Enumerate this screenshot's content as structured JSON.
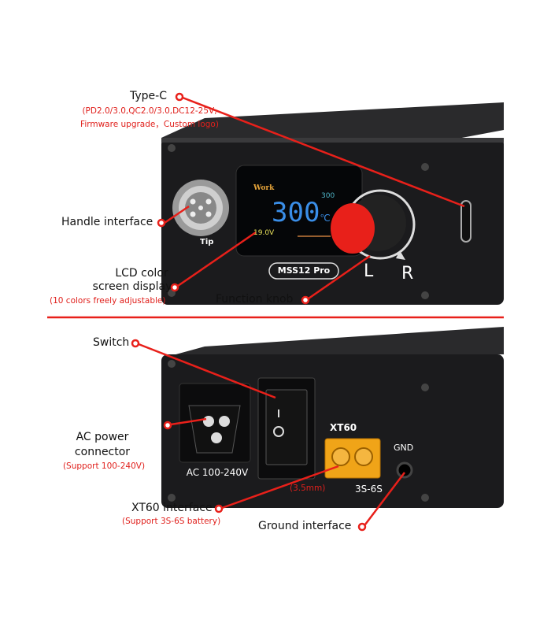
{
  "colors": {
    "accent": "#e8201a",
    "device": "#1b1b1d",
    "screen": "#050608"
  },
  "callouts": {
    "type_c": {
      "title": "Type-C",
      "note_line1": "(PD2.0/3.0,QC2.0/3.0,DC12-25V,",
      "note_line2": "Firmware upgrade，Custom logo)"
    },
    "handle": {
      "title": "Handle interface"
    },
    "lcd": {
      "title_line1": "LCD color",
      "title_line2": "screen display",
      "note": "(10 colors freely adjustable)"
    },
    "knob": {
      "title": "Function knob"
    },
    "switch": {
      "title": "Switch"
    },
    "ac": {
      "title_line1": "AC power",
      "title_line2": "connector",
      "note": "(Support 100-240V)"
    },
    "xt60": {
      "title": "XT60 interface",
      "note": "(Support 3S-6S battery)"
    },
    "ground": {
      "title": "Ground interface",
      "note": "(3.5mm)"
    }
  },
  "device_top": {
    "tip_label": "Tip",
    "model": "MSS12 Pro",
    "left_label": "L",
    "right_label": "R",
    "screen": {
      "mode": "Work",
      "set_temp": "300",
      "main_temp": "300",
      "unit": "℃",
      "voltage": "19.0V"
    }
  },
  "device_bottom": {
    "ac_label": "AC 100-240V",
    "xt60_label": "XT60",
    "battery_label": "3S-6S",
    "gnd_label": "GND",
    "switch_on": "I",
    "switch_off": "O"
  }
}
